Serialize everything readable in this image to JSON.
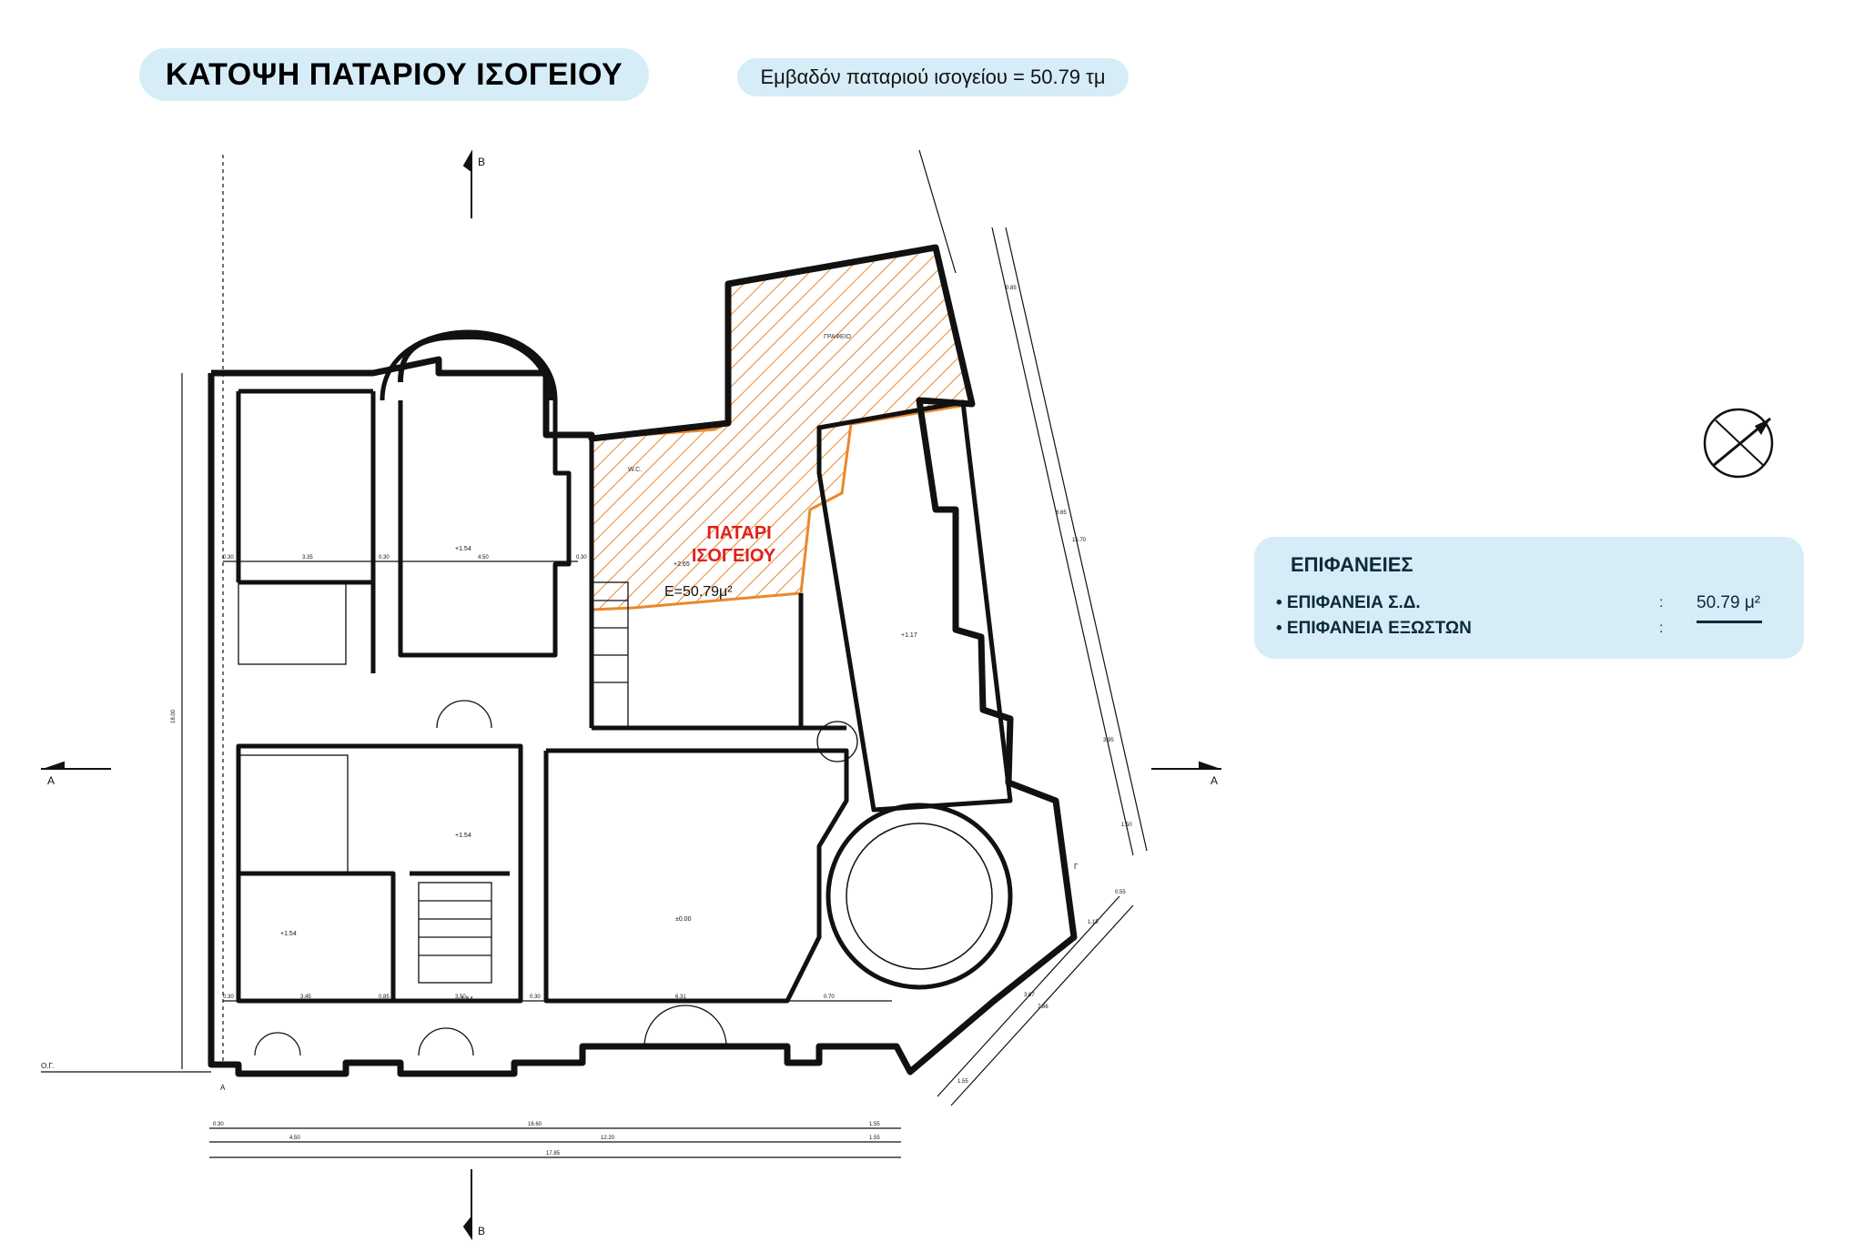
{
  "title": "ΚΑΤΟΨΗ ΠΑΤΑΡΙΟΥ ΙΣΟΓΕΙΟΥ",
  "area_note": "Εμβαδόν παταριού ισογείου = 50.79 τμ",
  "surfaces": {
    "heading": "ΕΠΙΦΑΝΕΙΕΣ",
    "rows": [
      {
        "label": "• ΕΠΙΦΑΝΕΙΑ Σ.Δ.",
        "colon": ":",
        "value": "50.79 μ²"
      },
      {
        "label": "• ΕΠΙΦΑΝΕΙΑ ΕΞΩΣΤΩΝ",
        "colon": ":",
        "value": ""
      }
    ]
  },
  "plan": {
    "mezzanine_label_line1": "ΠΑΤΑΡΙ",
    "mezzanine_label_line2": "ΙΣΟΓΕΙΟΥ",
    "mezzanine_area": "Ε=50.79μ²",
    "section_markers": {
      "top": "Β",
      "bottom": "Β",
      "left": "Α",
      "right": "Α"
    },
    "room_labels": {
      "wc": "W.C.",
      "office": "ΓΡΑΦΕΙΟ"
    },
    "level_marks": [
      "+1.54",
      "+1.54",
      "+1.54",
      "+2.65",
      "+1.17",
      "±0.00",
      "+1.54"
    ],
    "side_labels": {
      "og": "Ο.Γ.",
      "gamma": "Γ",
      "alpha": "Α"
    },
    "dimensions": {
      "bottom_row1": [
        "0.30",
        "16.60",
        "1.55"
      ],
      "bottom_row2": [
        "4.50",
        "12.20",
        "1.55"
      ],
      "bottom_row3": [
        "17.85"
      ],
      "left_total": "18.00",
      "upper_row": [
        "0.30",
        "3.35",
        "0.30",
        "4.50",
        "0.30"
      ],
      "lower_row": [
        "0.30",
        "3.45",
        "0.85",
        "3.50",
        "0.30",
        "6.31",
        "0.70"
      ],
      "right_diag": [
        "0.85",
        "8.65",
        "15.70",
        "3.95",
        "1.50"
      ],
      "lower_diag": [
        "0.55",
        "1.15",
        "3.67",
        "7.86",
        "1.55"
      ]
    },
    "colors": {
      "hatch": "#e8892b",
      "label_red": "#e0211b",
      "panel": "#d6edf8"
    }
  }
}
